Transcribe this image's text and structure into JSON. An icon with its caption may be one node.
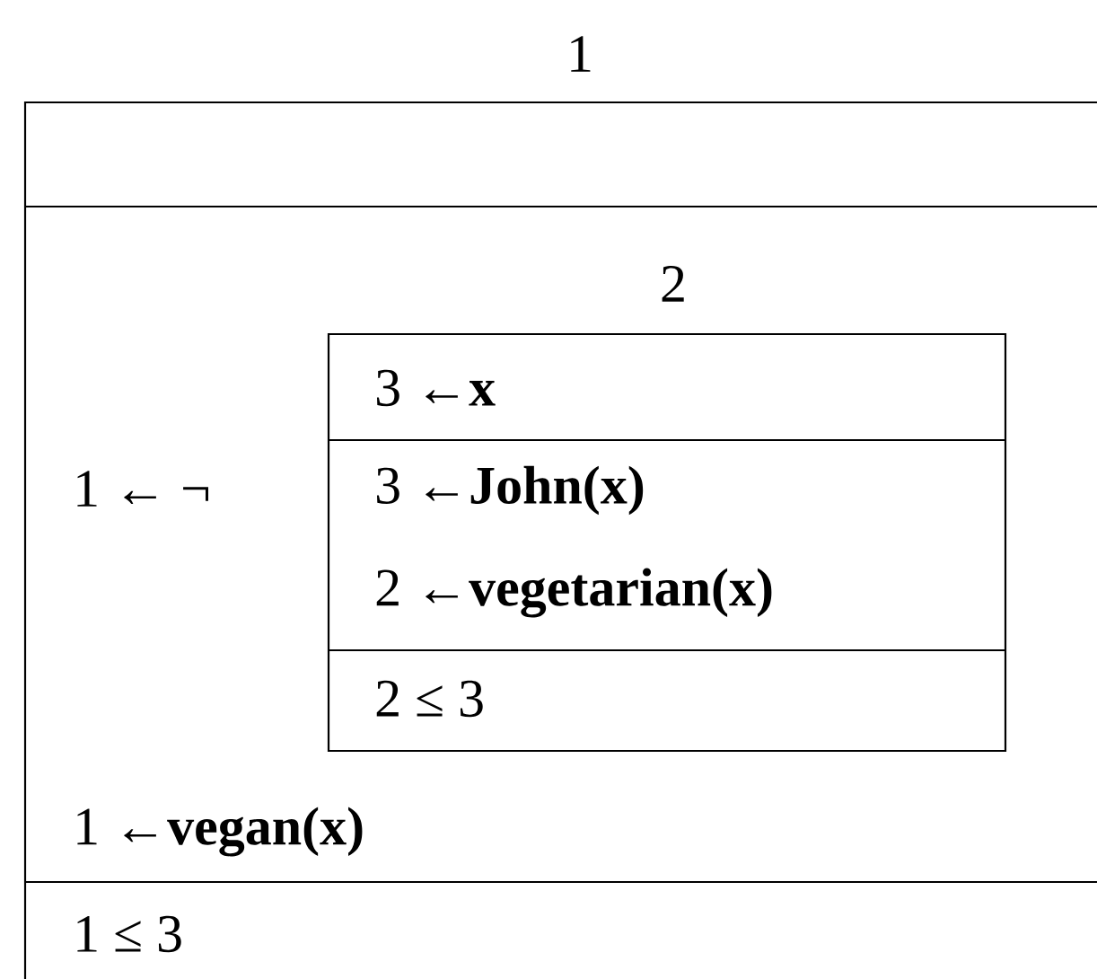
{
  "diagram": {
    "nodes": [
      {
        "text": [
          "1",
          "1 ← ¬",
          "1 ←**vegan(x)**",
          "1 ≤ 3"
        ]
      },
      {
        "text": [
          "2",
          "3 ←**x**",
          "3 ←**John(x)**",
          "2 ←**vegetarian(x)**",
          "2 ≤ 3"
        ],
        "in": 0
      }
    ]
  }
}
